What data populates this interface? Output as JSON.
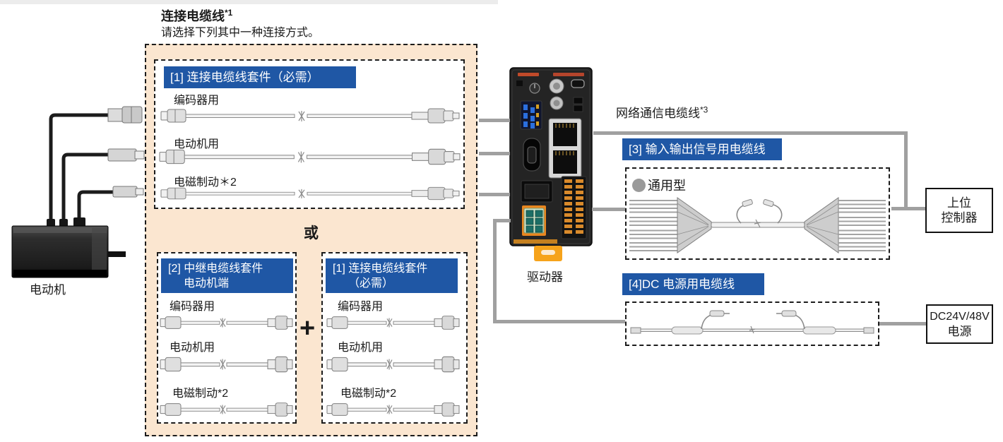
{
  "page": {
    "title_base": "连接电缆线",
    "title_note": "*1",
    "subtitle": "请选择下列其中一种连接方式。"
  },
  "motor": {
    "label": "电动机"
  },
  "driver": {
    "label": "驱动器"
  },
  "or_label": "或",
  "plus_label": "+",
  "cable_set_main": {
    "header": "[1] 连接电缆线套件（必需）",
    "items": [
      "编码器用",
      "电动机用",
      "电磁制动＊2"
    ]
  },
  "relay_set": {
    "header_line1": "[2] 中继电缆线套件",
    "header_line2": "电动机端",
    "items": [
      "编码器用",
      "电动机用",
      "电磁制动*2"
    ]
  },
  "cable_set_alt": {
    "header_line1": "[1] 连接电缆线套件",
    "header_line2": "（必需）",
    "items": [
      "编码器用",
      "电动机用",
      "电磁制动*2"
    ]
  },
  "network": {
    "label_base": "网络通信电缆线",
    "label_note": "*3"
  },
  "io_cable": {
    "header": "[3] 输入输出信号用电缆线",
    "type_label": "通用型"
  },
  "dc_cable": {
    "header": "[4]DC 电源用电缆线"
  },
  "host_controller": {
    "line1": "上位",
    "line2": "控制器"
  },
  "power_supply": {
    "line1": "DC24V/48V",
    "line2": "电源"
  },
  "colors": {
    "accent_blue": "#1f57a5",
    "peach_fill": "#fbe6d0",
    "line_gray": "#a0a0a0",
    "driver_orange": "#f6a31b",
    "terminal_green": "#1c6e66"
  }
}
